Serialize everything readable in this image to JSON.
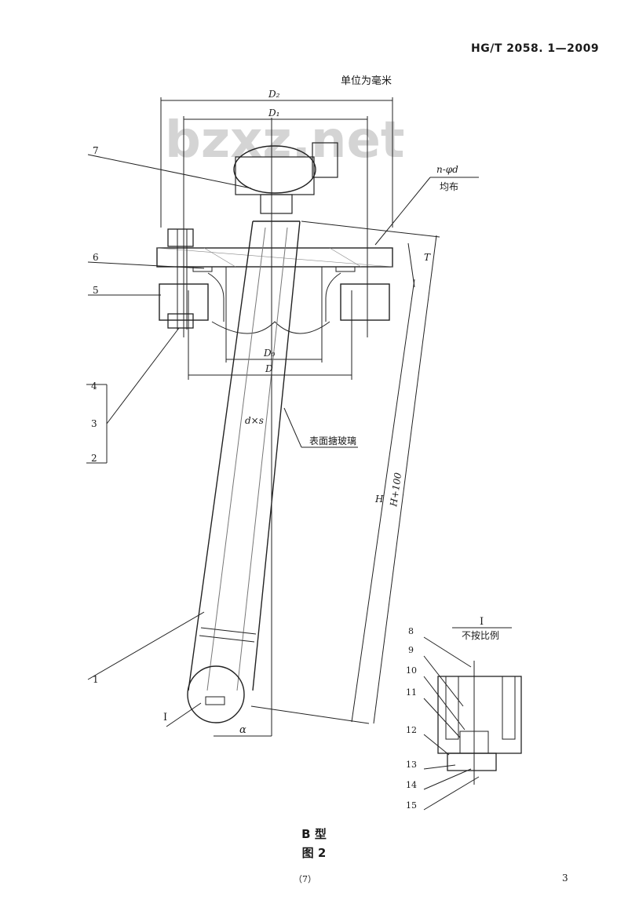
{
  "header": {
    "standard_number": "HG/T 2058. 1—2009",
    "units_note": "单位为毫米"
  },
  "watermark": "bzxz.net",
  "dimensions": {
    "D2": "D₂",
    "D1": "D₁",
    "D0": "D₀",
    "D": "D",
    "holes": "n-φd",
    "holes_note": "均布",
    "T": "T",
    "tube": "d×s",
    "coating": "表面搪玻璃",
    "H": "H",
    "H100": "H+100",
    "alpha": "α"
  },
  "part_labels": [
    "1",
    "2",
    "3",
    "4",
    "5",
    "6",
    "7"
  ],
  "detail": {
    "mark": "I",
    "title": "I",
    "subtitle": "不按比例",
    "labels": [
      "8",
      "9",
      "10",
      "11",
      "12",
      "13",
      "14",
      "15"
    ]
  },
  "caption": {
    "type": "B 型",
    "figure": "图 2"
  },
  "footer": {
    "page_marker": "（7）",
    "page_number": "3"
  }
}
